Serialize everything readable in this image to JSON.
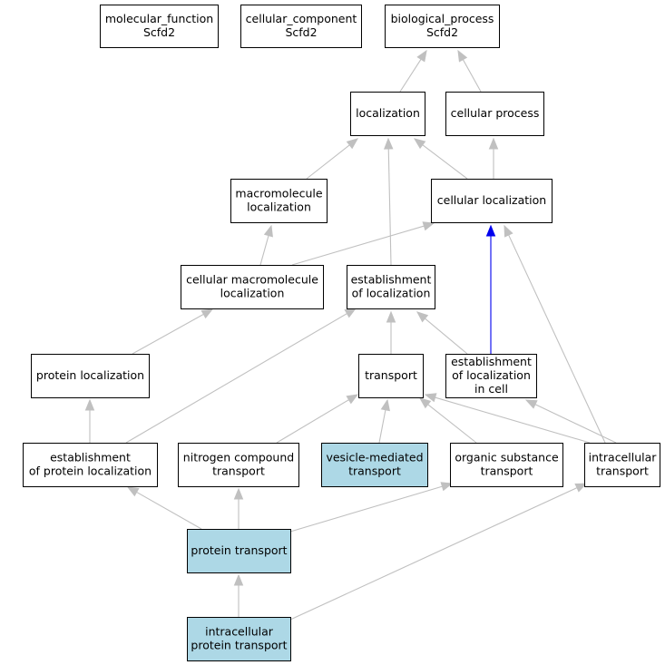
{
  "colors": {
    "default_fill": "#ffffff",
    "highlight_fill": "#add8e6",
    "edge_gray": "#c0c0c0",
    "edge_blue": "#0000ee"
  },
  "nodes": [
    {
      "id": "molecular_function",
      "lines": [
        "molecular_function",
        "Scfd2"
      ],
      "highlight": false
    },
    {
      "id": "cellular_component",
      "lines": [
        "cellular_component",
        "Scfd2"
      ],
      "highlight": false
    },
    {
      "id": "biological_process",
      "lines": [
        "biological_process",
        "Scfd2"
      ],
      "highlight": false
    },
    {
      "id": "localization",
      "lines": [
        "localization"
      ],
      "highlight": false
    },
    {
      "id": "cellular_process",
      "lines": [
        "cellular process"
      ],
      "highlight": false
    },
    {
      "id": "macromolecule_localization",
      "lines": [
        "macromolecule",
        "localization"
      ],
      "highlight": false
    },
    {
      "id": "cellular_localization",
      "lines": [
        "cellular localization"
      ],
      "highlight": false
    },
    {
      "id": "cellular_macromolecule_localization",
      "lines": [
        "cellular macromolecule",
        "localization"
      ],
      "highlight": false
    },
    {
      "id": "establishment_of_localization",
      "lines": [
        "establishment",
        "of localization"
      ],
      "highlight": false
    },
    {
      "id": "protein_localization",
      "lines": [
        "protein localization"
      ],
      "highlight": false
    },
    {
      "id": "transport",
      "lines": [
        "transport"
      ],
      "highlight": false
    },
    {
      "id": "establishment_of_localization_in_cell",
      "lines": [
        "establishment",
        "of localization",
        "in cell"
      ],
      "highlight": false
    },
    {
      "id": "establishment_of_protein_localization",
      "lines": [
        "establishment",
        "of protein localization"
      ],
      "highlight": false
    },
    {
      "id": "nitrogen_compound_transport",
      "lines": [
        "nitrogen compound",
        "transport"
      ],
      "highlight": false
    },
    {
      "id": "vesicle_mediated_transport",
      "lines": [
        "vesicle-mediated",
        "transport"
      ],
      "highlight": true
    },
    {
      "id": "organic_substance_transport",
      "lines": [
        "organic substance",
        "transport"
      ],
      "highlight": false
    },
    {
      "id": "intracellular_transport",
      "lines": [
        "intracellular",
        "transport"
      ],
      "highlight": false
    },
    {
      "id": "protein_transport",
      "lines": [
        "protein transport"
      ],
      "highlight": true
    },
    {
      "id": "intracellular_protein_transport",
      "lines": [
        "intracellular",
        "protein transport"
      ],
      "highlight": true
    }
  ],
  "edges": [
    {
      "from": "localization",
      "to": "biological_process",
      "color": "gray"
    },
    {
      "from": "cellular_process",
      "to": "biological_process",
      "color": "gray"
    },
    {
      "from": "macromolecule_localization",
      "to": "localization",
      "color": "gray"
    },
    {
      "from": "establishment_of_localization",
      "to": "localization",
      "color": "gray"
    },
    {
      "from": "cellular_localization",
      "to": "localization",
      "color": "gray"
    },
    {
      "from": "cellular_localization",
      "to": "cellular_process",
      "color": "gray"
    },
    {
      "from": "cellular_macromolecule_localization",
      "to": "macromolecule_localization",
      "color": "gray"
    },
    {
      "from": "cellular_macromolecule_localization",
      "to": "cellular_localization",
      "color": "gray"
    },
    {
      "from": "establishment_of_localization_in_cell",
      "to": "cellular_localization",
      "color": "blue"
    },
    {
      "from": "establishment_of_localization_in_cell",
      "to": "establishment_of_localization",
      "color": "gray"
    },
    {
      "from": "intracellular_transport",
      "to": "cellular_localization",
      "color": "gray"
    },
    {
      "from": "transport",
      "to": "establishment_of_localization",
      "color": "gray"
    },
    {
      "from": "establishment_of_protein_localization",
      "to": "establishment_of_localization",
      "color": "gray"
    },
    {
      "from": "protein_localization",
      "to": "cellular_macromolecule_localization",
      "color": "gray"
    },
    {
      "from": "establishment_of_protein_localization",
      "to": "protein_localization",
      "color": "gray"
    },
    {
      "from": "intracellular_protein_transport",
      "to": "protein_localization",
      "color": "blue"
    },
    {
      "from": "nitrogen_compound_transport",
      "to": "transport",
      "color": "gray"
    },
    {
      "from": "vesicle_mediated_transport",
      "to": "transport",
      "color": "gray"
    },
    {
      "from": "organic_substance_transport",
      "to": "transport",
      "color": "gray"
    },
    {
      "from": "intracellular_transport",
      "to": "transport",
      "color": "gray"
    },
    {
      "from": "intracellular_transport",
      "to": "establishment_of_localization_in_cell",
      "color": "gray"
    },
    {
      "from": "protein_transport",
      "to": "establishment_of_protein_localization",
      "color": "gray"
    },
    {
      "from": "protein_transport",
      "to": "nitrogen_compound_transport",
      "color": "gray"
    },
    {
      "from": "protein_transport",
      "to": "organic_substance_transport",
      "color": "gray"
    },
    {
      "from": "intracellular_protein_transport",
      "to": "protein_transport",
      "color": "gray"
    },
    {
      "from": "intracellular_protein_transport",
      "to": "intracellular_transport",
      "color": "gray"
    }
  ]
}
